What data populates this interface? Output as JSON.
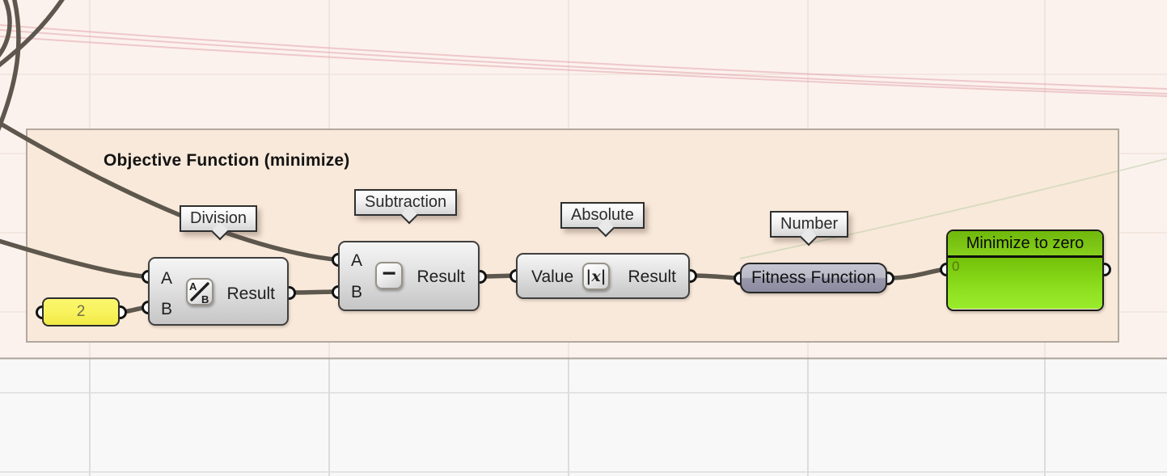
{
  "app": "grasshopper-canvas",
  "group": {
    "title": "Objective Function (minimize)"
  },
  "tooltips": [
    {
      "label": "Division"
    },
    {
      "label": "Subtraction"
    },
    {
      "label": "Absolute"
    },
    {
      "label": "Number"
    }
  ],
  "components": {
    "number_slider": {
      "value": "2"
    },
    "division": {
      "inputs": [
        "A",
        "B"
      ],
      "output": "Result",
      "icon": {
        "top": "A",
        "bottom": "B"
      }
    },
    "subtraction": {
      "inputs": [
        "A",
        "B"
      ],
      "output": "Result",
      "icon": "−"
    },
    "absolute": {
      "input": "Value",
      "output": "Result",
      "icon": "|x|"
    },
    "fitness": {
      "label": "Fitness Function"
    },
    "panel": {
      "title": "Minimize to zero",
      "value": "0"
    }
  },
  "colors": {
    "canvas_top": "#fcf2ed",
    "canvas_bottom": "#f8f8f8",
    "group_fill": "#f9e9da",
    "wire": "#5d574d",
    "slider_yellow": "#f8f25c",
    "panel_green_header": "#7cc414",
    "panel_green_body": "#8edc1f",
    "fitness_gray": "#a3a1b3"
  }
}
